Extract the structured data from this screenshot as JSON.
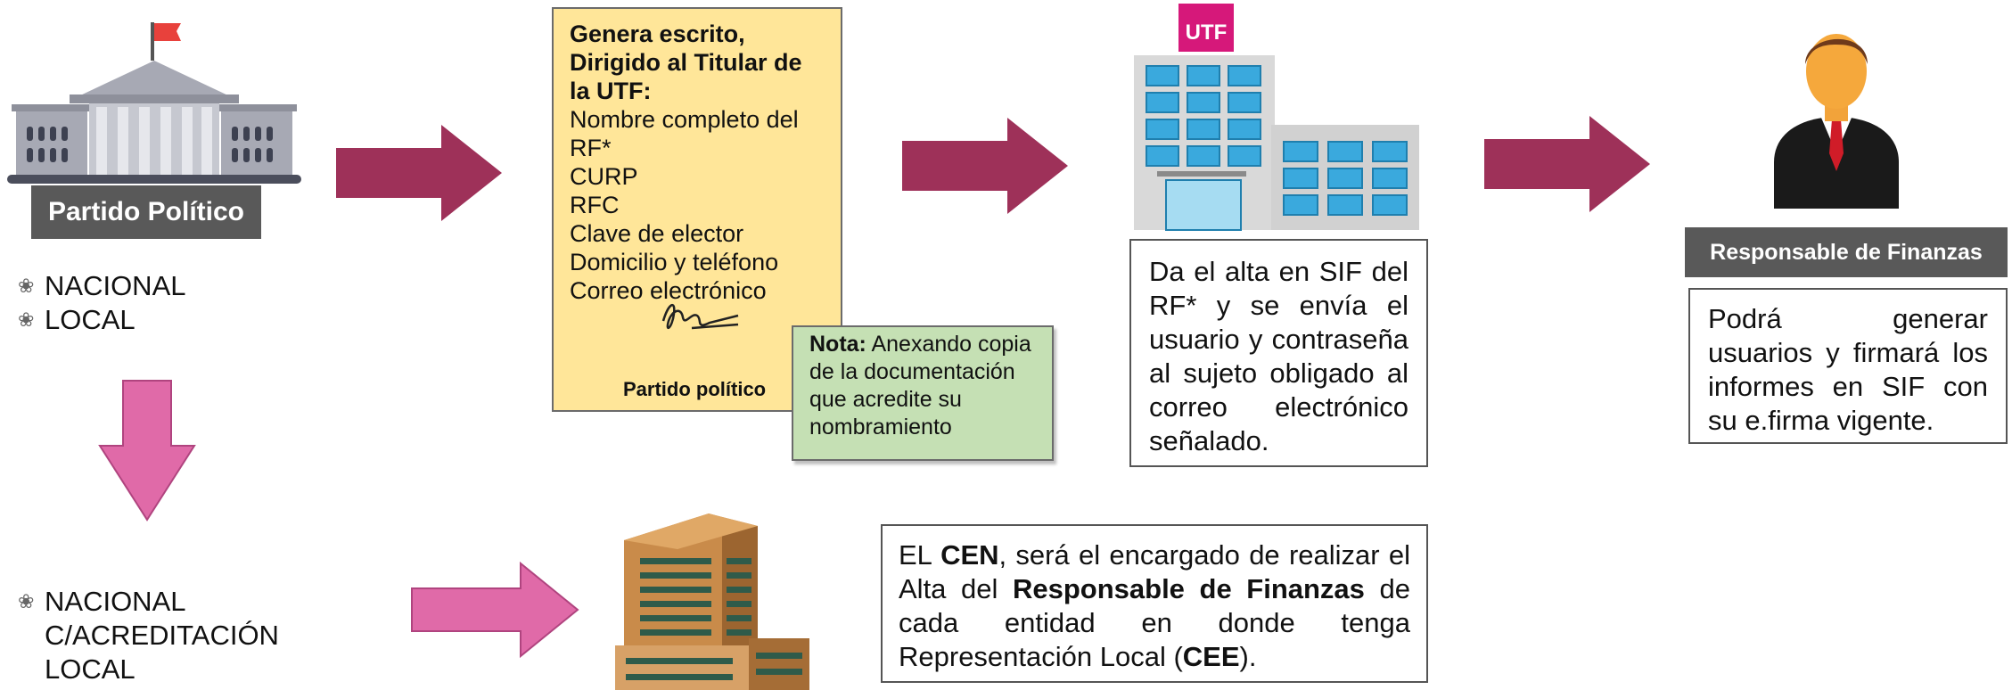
{
  "party": {
    "label": "Partido Político",
    "top_list": [
      "NACIONAL",
      "LOCAL"
    ],
    "bottom_list": [
      "NACIONAL",
      "C/ACREDITACIÓN",
      "LOCAL"
    ]
  },
  "document": {
    "heading_lines": [
      "Genera escrito,",
      "Dirigido al Titular de",
      "la UTF:"
    ],
    "items": [
      "Nombre completo del",
      "RF*",
      "CURP",
      "RFC",
      "Clave de elector",
      "Domicilio y  teléfono",
      "Correo electrónico"
    ],
    "footer": "Partido político"
  },
  "note": {
    "title": "Nota:",
    "text": " Anexando copia de la documentación que acredite su nombramiento"
  },
  "utf": {
    "logo_text": "UTF",
    "box_text": "Da el alta en SIF  del RF* y se envía el usuario y contraseña al sujeto obligado al correo electrónico señalado."
  },
  "responsable": {
    "label": "Responsable de Finanzas",
    "box_text": "Podrá generar usuarios y firmará los informes en SIF con su e.firma vigente."
  },
  "cen": {
    "t1": "EL ",
    "b1": "CEN",
    "t2": ", será el encargado de realizar el Alta del ",
    "b2": "Responsable de Finanzas",
    "t3": " de cada entidad en donde tenga Representación Local (",
    "b3": "CEE",
    "t4": ")."
  },
  "colors": {
    "arrow_purple": "#9e3159",
    "arrow_pink": "#e06aa8",
    "doc_fill": "#ffe699",
    "note_fill": "#c5e0b4",
    "label_fill": "#595959",
    "utf_magenta": "#d6187a"
  }
}
